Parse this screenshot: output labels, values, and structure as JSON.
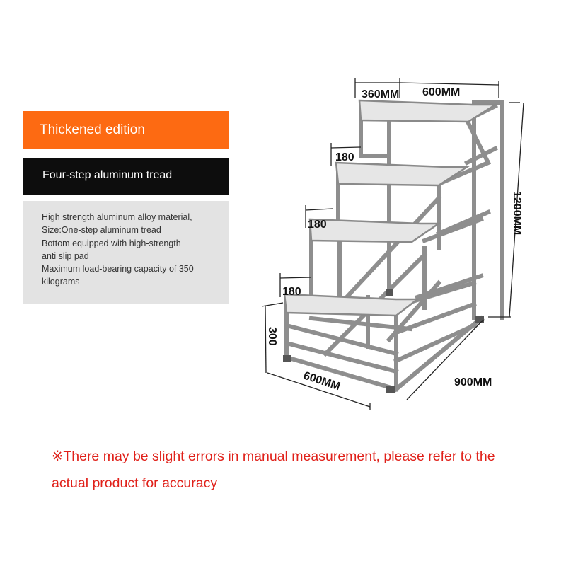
{
  "banner": {
    "edition": "Thickened edition",
    "model": "Four-step aluminum tread"
  },
  "specs": [
    "High strength aluminum alloy material,",
    "Size:One-step aluminum tread",
    "Bottom equipped with high-strength",
    "anti slip pad",
    "Maximum load-bearing capacity of 350",
    "kilograms"
  ],
  "dimensions": {
    "top_depth": "360MM",
    "top_width": "600MM",
    "height": "1200MM",
    "step_rise_1": "180",
    "step_rise_2": "180",
    "step_rise_3": "180",
    "bottom_height": "300",
    "base_width": "600MM",
    "base_depth": "900MM"
  },
  "note": "※There may be slight errors in manual measurement, please refer to the actual product for accuracy",
  "colors": {
    "orange": "#fd6a12",
    "black": "#0d0d0d",
    "spec_bg": "#e3e3e3",
    "note_red": "#e0211a"
  }
}
